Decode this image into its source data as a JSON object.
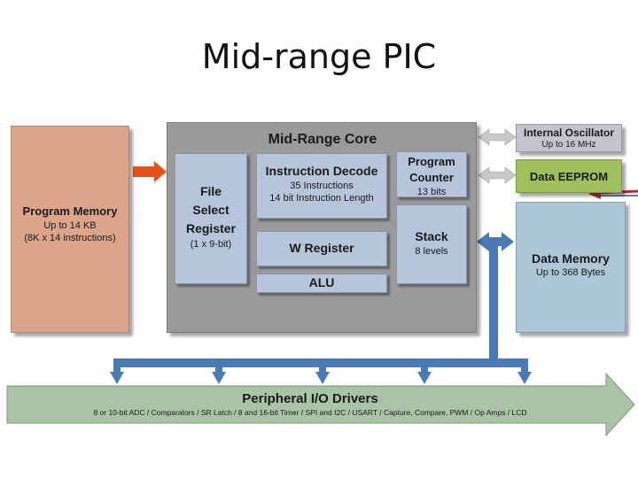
{
  "slide": {
    "title": "Mid-range PIC"
  },
  "blocks": {
    "program_memory": {
      "title": "Program Memory",
      "line1": "Up to 14 KB",
      "line2": "(8K x 14 instructions)"
    },
    "core": {
      "title": "Mid-Range Core"
    },
    "file_select_register": {
      "line1": "File",
      "line2": "Select",
      "line3": "Register",
      "sub": "(1 x 9-bit)"
    },
    "instruction_decode": {
      "title": "Instruction Decode",
      "line1": "35 Instructions",
      "line2": "14 bit Instruction Length"
    },
    "program_counter": {
      "line1": "Program",
      "line2": "Counter",
      "sub": "13 bits"
    },
    "w_register": {
      "title": "W Register"
    },
    "stack": {
      "title": "Stack",
      "sub": "8 levels"
    },
    "alu": {
      "title": "ALU"
    },
    "internal_oscillator": {
      "title": "Internal Oscillator",
      "sub": "Up to 16 MHz"
    },
    "data_eeprom": {
      "title": "Data EEPROM"
    },
    "data_memory": {
      "title": "Data Memory",
      "sub": "Up to 368 Bytes"
    },
    "peripheral": {
      "title": "Peripheral I/O Drivers",
      "sub": "8 or 10-bit ADC / Comparators / SR Latch / 8 and 16-bit Timer / SPI and I2C / USART / Capture, Compare, PWM / Op Amps / LCD"
    }
  },
  "colors": {
    "program_memory": "#dba48b",
    "core": "#9a9a9a",
    "core_blocks": "#b6c5da",
    "internal_oscillator": "#c7c3cc",
    "data_eeprom": "#9fc05c",
    "data_memory": "#adc7d6",
    "bus": "#4a7ab5",
    "peripheral_arrow": "#a9c3a5",
    "fetch_arrow": "#e8501a",
    "pointer_arrow": "#c0283a",
    "grey_arrow": "#c8c8c8"
  }
}
